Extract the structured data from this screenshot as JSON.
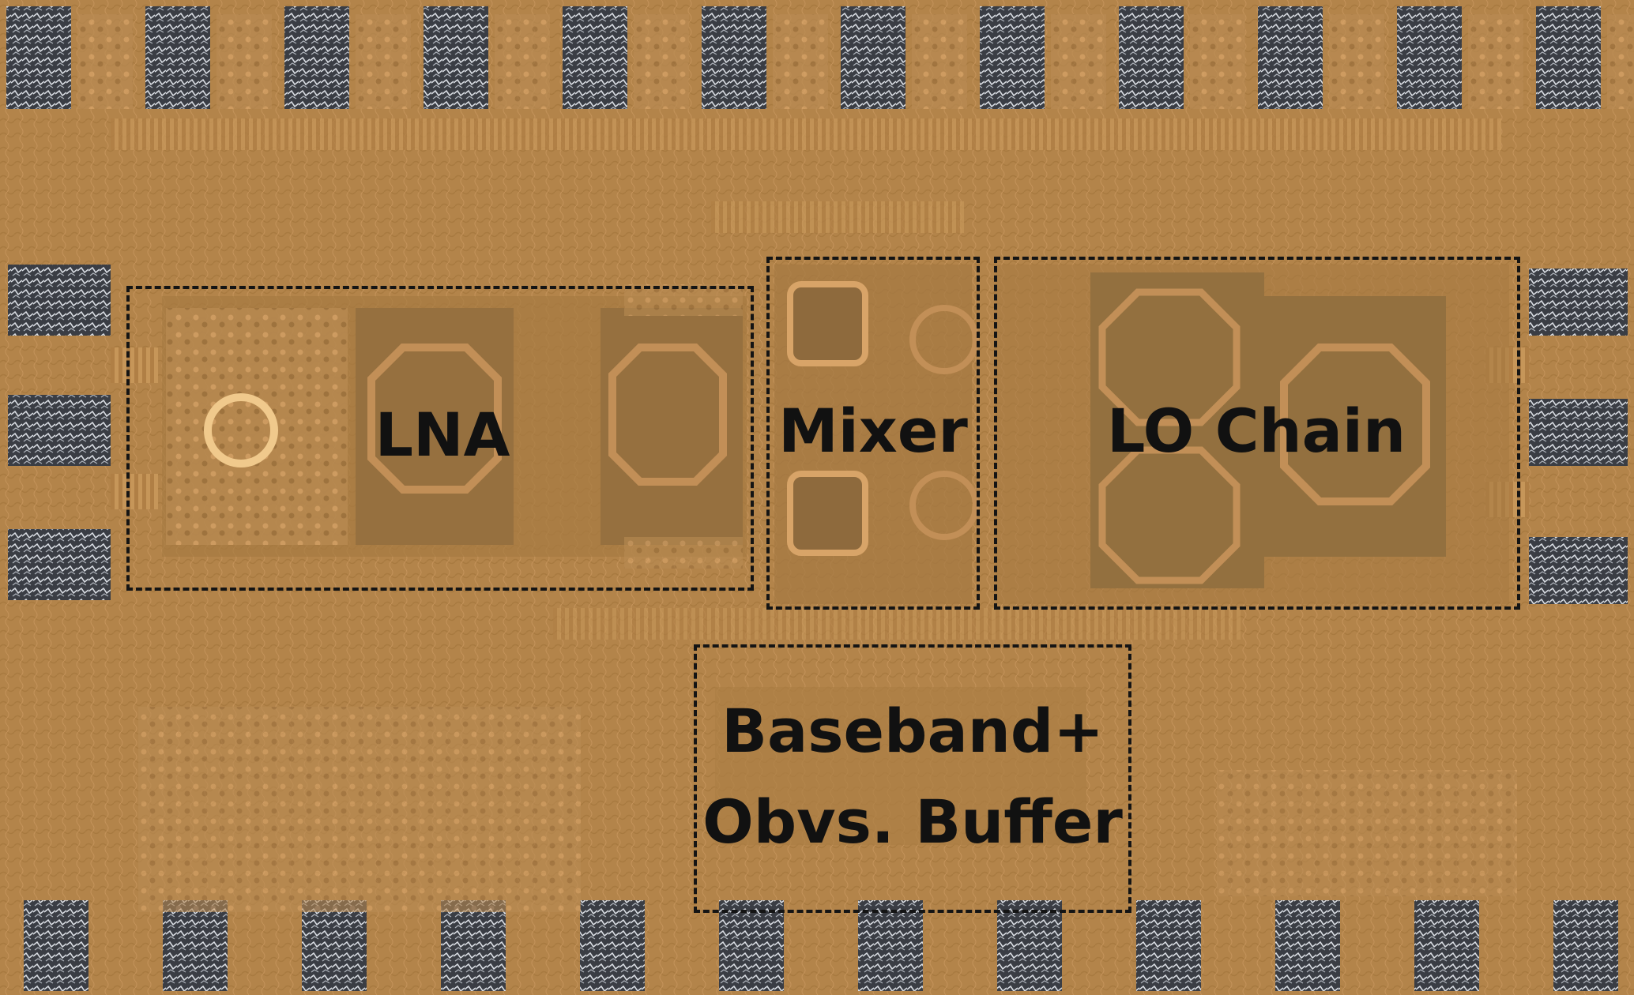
{
  "image": {
    "kind": "die-photo",
    "colors": {
      "substrate": "#b3844a",
      "metal_fill": "#c29258",
      "bond_pad": "#3a3d44",
      "pad_highlight": "#d9dde3",
      "dark_region": "#96703f",
      "inductor_trace": "#d8a468",
      "annotation": "#141414"
    }
  },
  "blocks": {
    "lna": {
      "label": "LNA"
    },
    "mixer": {
      "label": "Mixer"
    },
    "lo_chain": {
      "label": "LO Chain"
    },
    "baseband": {
      "line1": "Baseband+",
      "line2": "Obvs. Buffer"
    }
  }
}
